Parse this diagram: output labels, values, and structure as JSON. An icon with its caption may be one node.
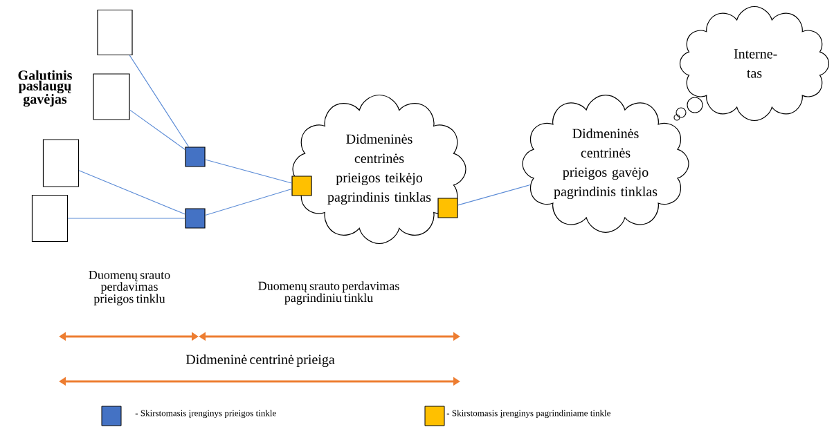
{
  "diagram": {
    "nodes": [
      {
        "text": [],
        "shape": "box"
      },
      {
        "text": [],
        "shape": "box"
      },
      {
        "text": [],
        "shape": "box"
      },
      {
        "text": [],
        "shape": "box"
      },
      {
        "text": [],
        "shape": "box"
      },
      {
        "text": [],
        "shape": "box"
      },
      {
        "text": [
          "Didmeninės centrinės prieigos teikėjo pagrindinis tinklas"
        ]
      },
      {
        "text": [],
        "shape": "box",
        "in": 6
      },
      {
        "text": [],
        "shape": "box",
        "in": 6
      },
      {
        "text": [
          "Didmeninės centrinės prieigos gavėjo pagrindinis tinklas"
        ]
      },
      {
        "text": [
          "Interne- tas"
        ]
      }
    ],
    "edges": [
      {
        "from": 0,
        "to": 4,
        "arrow": "none"
      },
      {
        "from": 1,
        "to": 4,
        "arrow": "none"
      },
      {
        "from": 2,
        "to": 5,
        "arrow": "none"
      },
      {
        "from": 3,
        "to": 5,
        "arrow": "none"
      },
      {
        "from": 4,
        "to": 7,
        "arrow": "none"
      },
      {
        "from": 5,
        "to": 7,
        "arrow": "none"
      },
      {
        "from": 8,
        "to": 9,
        "arrow": "none"
      }
    ],
    "labels": [
      "Galutinis paslaugų gavėjas",
      "Duomenų srauto perdavimas prieigos tinklu",
      "Duomenų srauto perdavimas pagrindiniu tinklu",
      "Didmeninė centrinė prieiga"
    ],
    "legend": [
      {
        "text": "- Skirstomasis įrenginys prieigos tinkle",
        "color": "#4472c4"
      },
      {
        "text": "- Skirstomasis įrenginys pagrindiniame tinkle",
        "color": "#ffc000"
      }
    ]
  }
}
